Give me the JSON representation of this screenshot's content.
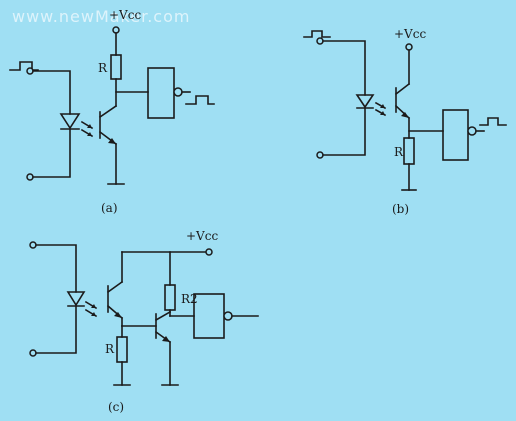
{
  "watermark": "www.newMaker.com",
  "vcc": "+Vcc",
  "circuit_a": {
    "resistor": "R",
    "caption": "(a)"
  },
  "circuit_b": {
    "resistor": "R",
    "caption": "(b)"
  },
  "circuit_c": {
    "resistor_1": "R",
    "resistor_2": "R2",
    "caption": "(c)"
  },
  "colors": {
    "background": "#9fdff3",
    "ink": "#1b1b1b"
  }
}
